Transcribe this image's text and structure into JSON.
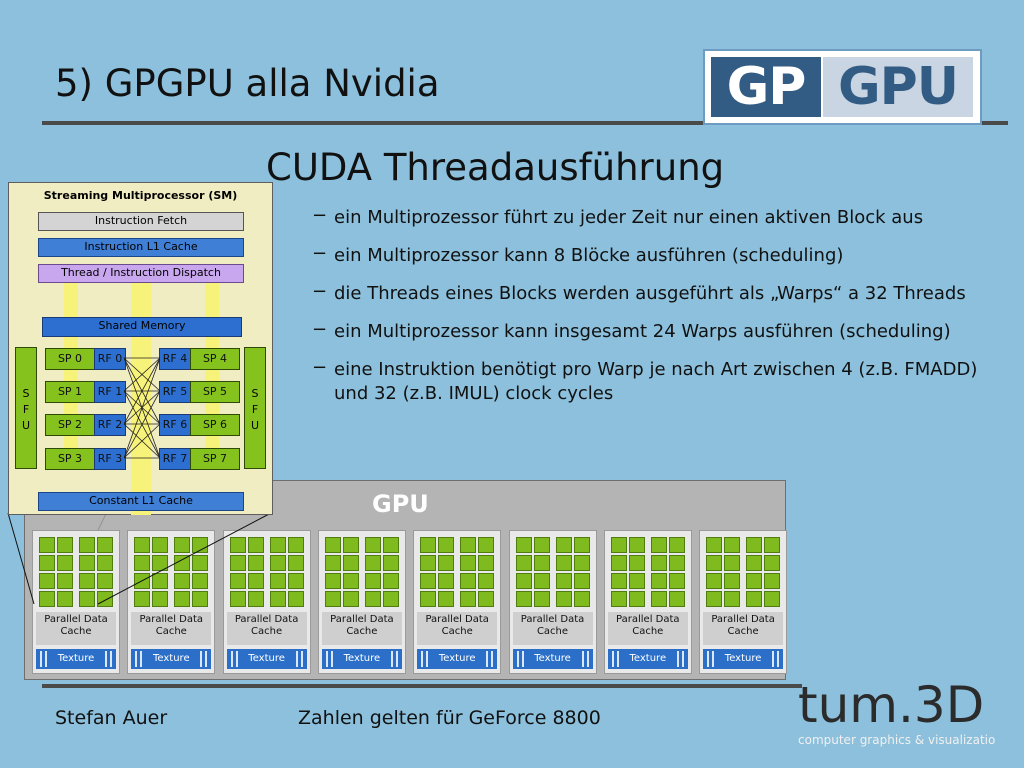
{
  "slide": {
    "title": "5)   GPGPU alla Nvidia",
    "subtitle": "CUDA Threadausführung",
    "logo_left": "GP",
    "logo_right": "GPU"
  },
  "bullets": [
    "ein Multiprozessor führt zu jeder Zeit nur einen aktiven Block aus",
    "ein Multiprozessor kann 8 Blöcke ausführen (scheduling)",
    "die Threads eines Blocks werden ausgeführt als „Warps“ a 32 Threads",
    "ein Multiprozessor kann insgesamt 24 Warps ausführen (scheduling)",
    "eine Instruktion benötigt pro Warp je nach Art zwischen 4 (z.B. FMADD) und 32 (z.B. IMUL) clock cycles"
  ],
  "bullet_marker": "−",
  "sm": {
    "title": "Streaming Multiprocessor (SM)",
    "instruction_fetch": "Instruction Fetch",
    "instruction_cache": "Instruction L1 Cache",
    "dispatch": "Thread / Instruction Dispatch",
    "shared_memory": "Shared Memory",
    "constant_cache": "Constant L1 Cache",
    "sfu_label": "S F U",
    "sp_left": [
      "SP 0",
      "SP 1",
      "SP 2",
      "SP 3"
    ],
    "rf_left": [
      "RF 0",
      "RF 1",
      "RF 2",
      "RF 3"
    ],
    "rf_right": [
      "RF 4",
      "RF 5",
      "RF 6",
      "RF 7"
    ],
    "sp_right": [
      "SP 4",
      "SP 5",
      "SP 6",
      "SP 7"
    ]
  },
  "gpu": {
    "label": "GPU",
    "cluster_cache_label": "Parallel Data Cache",
    "cluster_texture_label": "Texture",
    "cluster_count": 8
  },
  "footer": {
    "author": "Stefan Auer",
    "note": "Zahlen gelten für GeForce 8800",
    "tum_logo": "tum.3D",
    "tum_tagline": "computer graphics & visualization"
  },
  "colors": {
    "background": "#8cc0dc",
    "sp_green": "#86c21d",
    "rf_blue": "#2d6fd1",
    "cache_blue": "#3f7fd6",
    "dispatch_purple": "#c9a7ef",
    "pillar_yellow": "#f7f37a"
  }
}
